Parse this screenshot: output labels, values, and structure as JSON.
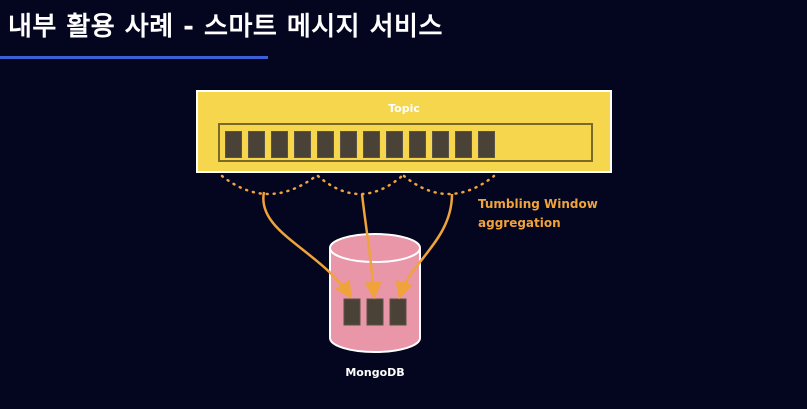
{
  "slide": {
    "title": "내부 활용 사례 - 스마트 메시지 서비스"
  },
  "topic": {
    "label": "Topic",
    "message_count": 12
  },
  "window": {
    "label_line1": "Tumbling Window",
    "label_line2": "aggregation"
  },
  "database": {
    "label": "MongoDB",
    "record_count": 3
  },
  "colors": {
    "background": "#04051f",
    "topic_fill": "#f5d64c",
    "message_block": "#4a4236",
    "arrow": "#f0a33a",
    "database_fill": "#e896a8",
    "accent_underline": "#3b5fd6"
  }
}
